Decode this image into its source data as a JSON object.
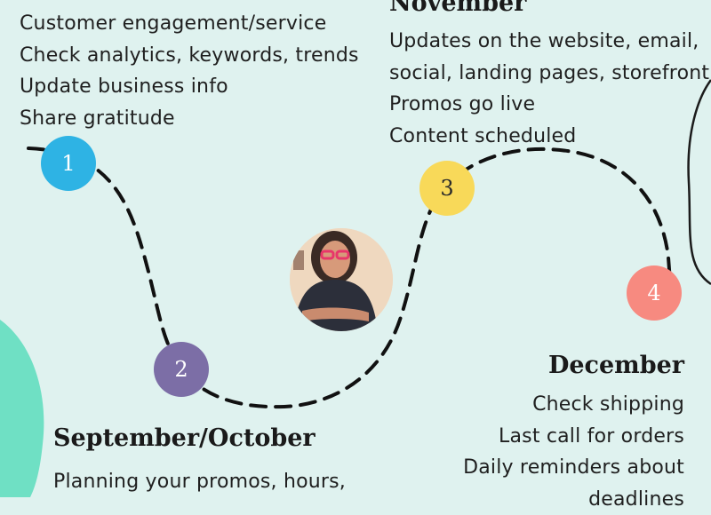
{
  "top_left": {
    "lines": [
      "Customer engagement/service",
      "Check analytics, keywords, trends",
      "Update business info",
      "Share gratitude"
    ]
  },
  "november": {
    "heading": "November",
    "lines": [
      "Updates on the website, email,",
      "social, landing pages, storefront",
      "Promos go live",
      "Content scheduled"
    ]
  },
  "december": {
    "heading": "December",
    "lines": [
      "Check shipping",
      "Last call for orders",
      "Daily reminders about",
      "deadlines"
    ]
  },
  "sep_oct": {
    "heading": "September/October",
    "lines": [
      "Planning your promos, hours,"
    ]
  },
  "steps": [
    {
      "label": "1",
      "color": "#2eb3e4"
    },
    {
      "label": "2",
      "color": "#7c6ea6"
    },
    {
      "label": "3",
      "color": "#f8d959"
    },
    {
      "label": "4",
      "color": "#f78a80"
    }
  ],
  "colors": {
    "background": "#dff2ef",
    "accent_blob": "#6fe0c4",
    "portrait_bg": "#f3dcc4"
  }
}
